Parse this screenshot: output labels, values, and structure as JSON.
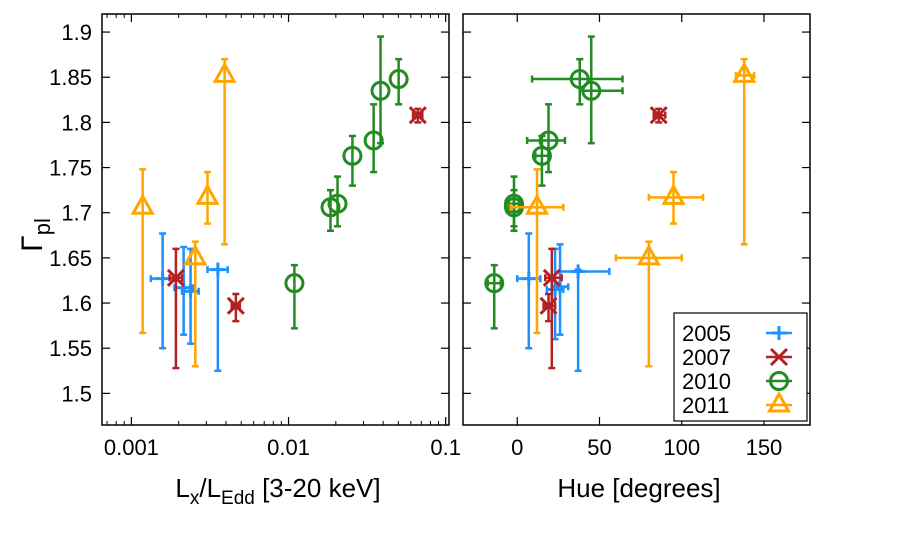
{
  "chart_data": [
    {
      "type": "scatter",
      "panel": "left",
      "xlabel_main": "L",
      "xlabel_sub1": "x",
      "xlabel_slash": "/L",
      "xlabel_sub2": "Edd",
      "xlabel_tail": " [3-20 keV]",
      "ylabel_main": "Γ",
      "ylabel_sub": "pl",
      "xscale": "log",
      "xlim": [
        0.00065,
        0.105
      ],
      "ylim": [
        1.465,
        1.92
      ],
      "xticks": [
        0.001,
        0.01,
        0.1
      ],
      "xtick_labels": [
        "0.001",
        "0.01",
        "0.1"
      ],
      "yticks": [
        1.5,
        1.55,
        1.6,
        1.65,
        1.7,
        1.75,
        1.8,
        1.85,
        1.9
      ],
      "ytick_labels": [
        "1.5",
        "1.55",
        "1.6",
        "1.65",
        "1.7",
        "1.75",
        "1.8",
        "1.85",
        "1.9"
      ],
      "series": [
        {
          "name": "2005",
          "marker": "plus",
          "color": "#1e90ff",
          "points": [
            {
              "x": 0.00158,
              "y": 1.627,
              "xerr": [
                0.00133,
                0.00186
              ],
              "yerr": [
                1.55,
                1.677
              ]
            },
            {
              "x": 0.00215,
              "y": 1.617,
              "xerr": [
                0.00188,
                0.00248
              ],
              "yerr": [
                1.565,
                1.662
              ]
            },
            {
              "x": 0.00238,
              "y": 1.613,
              "xerr": [
                0.0021,
                0.00268
              ],
              "yerr": [
                1.555,
                1.66
              ]
            },
            {
              "x": 0.00355,
              "y": 1.637,
              "xerr": [
                0.00305,
                0.0041
              ],
              "yerr": [
                1.525,
                1.637
              ]
            }
          ]
        },
        {
          "name": "2007",
          "marker": "cross",
          "color": "#b22222",
          "points": [
            {
              "x": 0.00192,
              "y": 1.628,
              "xerr": [
                0.00175,
                0.0021
              ],
              "yerr": [
                1.528,
                1.66
              ]
            },
            {
              "x": 0.00462,
              "y": 1.597,
              "xerr": [
                0.00435,
                0.0049
              ],
              "yerr": [
                1.58,
                1.61
              ]
            },
            {
              "x": 0.0665,
              "y": 1.808,
              "xerr": [
                0.062,
                0.071
              ],
              "yerr": [
                1.8,
                1.815
              ]
            }
          ]
        },
        {
          "name": "2010",
          "marker": "circle",
          "color": "#228b22",
          "points": [
            {
              "x": 0.0109,
              "y": 1.622,
              "xerr": [
                0.0109,
                0.0109
              ],
              "yerr": [
                1.572,
                1.642
              ]
            },
            {
              "x": 0.0185,
              "y": 1.706,
              "xerr": [
                0.0185,
                0.0185
              ],
              "yerr": [
                1.68,
                1.725
              ]
            },
            {
              "x": 0.0205,
              "y": 1.71,
              "xerr": [
                0.0205,
                0.0205
              ],
              "yerr": [
                1.685,
                1.74
              ]
            },
            {
              "x": 0.0255,
              "y": 1.763,
              "xerr": [
                0.0255,
                0.0255
              ],
              "yerr": [
                1.73,
                1.785
              ]
            },
            {
              "x": 0.0348,
              "y": 1.78,
              "xerr": [
                0.0348,
                0.0348
              ],
              "yerr": [
                1.745,
                1.82
              ]
            },
            {
              "x": 0.0385,
              "y": 1.835,
              "xerr": [
                0.0385,
                0.0385
              ],
              "yerr": [
                1.777,
                1.895
              ]
            },
            {
              "x": 0.0502,
              "y": 1.848,
              "xerr": [
                0.0502,
                0.0502
              ],
              "yerr": [
                1.82,
                1.87
              ]
            }
          ]
        },
        {
          "name": "2011",
          "marker": "triangle",
          "color": "#ffa500",
          "points": [
            {
              "x": 0.00118,
              "y": 1.706,
              "xerr": [
                0.00118,
                0.00118
              ],
              "yerr": [
                1.567,
                1.748
              ]
            },
            {
              "x": 0.00255,
              "y": 1.65,
              "xerr": [
                0.00255,
                0.00255
              ],
              "yerr": [
                1.53,
                1.668
              ]
            },
            {
              "x": 0.00305,
              "y": 1.717,
              "xerr": [
                0.00305,
                0.00305
              ],
              "yerr": [
                1.688,
                1.745
              ]
            },
            {
              "x": 0.00392,
              "y": 1.852,
              "xerr": [
                0.00392,
                0.00392
              ],
              "yerr": [
                1.665,
                1.87
              ]
            }
          ]
        }
      ]
    },
    {
      "type": "scatter",
      "panel": "right",
      "xlabel": "Hue [degrees]",
      "xscale": "linear",
      "xlim": [
        -33,
        178
      ],
      "ylim": [
        1.465,
        1.92
      ],
      "xticks": [
        0,
        50,
        100,
        150
      ],
      "xtick_labels": [
        "0",
        "50",
        "100",
        "150"
      ],
      "yticks": [
        1.5,
        1.55,
        1.6,
        1.65,
        1.7,
        1.75,
        1.8,
        1.85,
        1.9
      ],
      "series": [
        {
          "name": "2005",
          "marker": "plus",
          "color": "#1e90ff",
          "points": [
            {
              "x": 7,
              "y": 1.627,
              "xerr": [
                0,
                14
              ],
              "yerr": [
                1.55,
                1.677
              ]
            },
            {
              "x": 26,
              "y": 1.618,
              "xerr": [
                21,
                31
              ],
              "yerr": [
                1.565,
                1.665
              ]
            },
            {
              "x": 23,
              "y": 1.615,
              "xerr": [
                18,
                28
              ],
              "yerr": [
                1.56,
                1.66
              ]
            },
            {
              "x": 37,
              "y": 1.635,
              "xerr": [
                26,
                56
              ],
              "yerr": [
                1.525,
                1.637
              ]
            }
          ]
        },
        {
          "name": "2007",
          "marker": "cross",
          "color": "#b22222",
          "points": [
            {
              "x": 21,
              "y": 1.628,
              "xerr": [
                17,
                27
              ],
              "yerr": [
                1.528,
                1.66
              ]
            },
            {
              "x": 19,
              "y": 1.597,
              "xerr": [
                16,
                23
              ],
              "yerr": [
                1.58,
                1.61
              ]
            },
            {
              "x": 86,
              "y": 1.808,
              "xerr": [
                83,
                90
              ],
              "yerr": [
                1.8,
                1.815
              ]
            }
          ]
        },
        {
          "name": "2010",
          "marker": "circle",
          "color": "#228b22",
          "points": [
            {
              "x": -14,
              "y": 1.622,
              "xerr": [
                -18,
                -10
              ],
              "yerr": [
                1.572,
                1.642
              ]
            },
            {
              "x": -2,
              "y": 1.706,
              "xerr": [
                -5,
                2
              ],
              "yerr": [
                1.68,
                1.725
              ]
            },
            {
              "x": -2,
              "y": 1.71,
              "xerr": [
                -5,
                1
              ],
              "yerr": [
                1.685,
                1.74
              ]
            },
            {
              "x": 15,
              "y": 1.763,
              "xerr": [
                11,
                19
              ],
              "yerr": [
                1.73,
                1.785
              ]
            },
            {
              "x": 19,
              "y": 1.78,
              "xerr": [
                6,
                29
              ],
              "yerr": [
                1.745,
                1.82
              ]
            },
            {
              "x": 45,
              "y": 1.835,
              "xerr": [
                38,
                64
              ],
              "yerr": [
                1.777,
                1.895
              ]
            },
            {
              "x": 38,
              "y": 1.848,
              "xerr": [
                9,
                64
              ],
              "yerr": [
                1.82,
                1.87
              ]
            }
          ]
        },
        {
          "name": "2011",
          "marker": "triangle",
          "color": "#ffa500",
          "points": [
            {
              "x": 12,
              "y": 1.706,
              "xerr": [
                -4,
                28
              ],
              "yerr": [
                1.567,
                1.748
              ]
            },
            {
              "x": 80,
              "y": 1.65,
              "xerr": [
                60,
                100
              ],
              "yerr": [
                1.53,
                1.668
              ]
            },
            {
              "x": 95,
              "y": 1.717,
              "xerr": [
                80,
                113
              ],
              "yerr": [
                1.688,
                1.745
              ]
            },
            {
              "x": 138,
              "y": 1.852,
              "xerr": [
                133,
                144
              ],
              "yerr": [
                1.665,
                1.87
              ]
            }
          ]
        }
      ]
    }
  ],
  "legend": {
    "placement": "bottom-right",
    "entries": [
      "2005",
      "2007",
      "2010",
      "2011"
    ]
  }
}
